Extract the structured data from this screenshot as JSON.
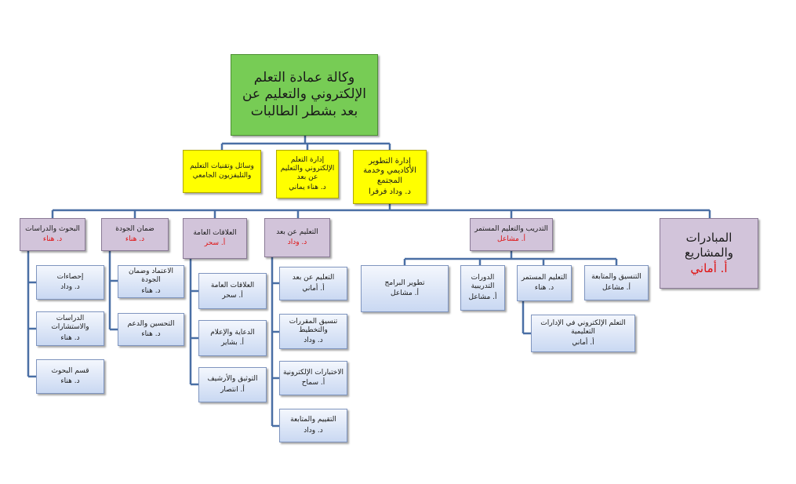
{
  "root": {
    "title": "وكالة عمادة التعلم الإلكتروني والتعليم عن بعد بشطر الطالبات"
  },
  "departments": [
    {
      "title": "إدارة التطوير الأكاديمي وخدمة المجتمع",
      "person": "د. وداد فرفرا"
    },
    {
      "title": "إدارة التعلم الإلكتروني والتعليم عن بعد",
      "person": "د. هناء يماني"
    },
    {
      "title": "وسائل وتقنيات التعليم والتليفزيون الجامعي",
      "person": ""
    }
  ],
  "units": [
    {
      "title": "البحوث والدراسات",
      "person": "د. هناء"
    },
    {
      "title": "ضمان الجودة",
      "person": "د. هناء"
    },
    {
      "title": "العلاقات العامة",
      "person": "أ. سحر"
    },
    {
      "title": "التعليم عن بعد",
      "person": "د. وداد"
    },
    {
      "title": "التدريب والتعليم المستمر",
      "person": "أ. مشاعل"
    },
    {
      "title": "المبادرات والمشاريع",
      "person": "أ. أماني"
    }
  ],
  "research_children": [
    {
      "title": "إحصاءات",
      "person": "د. وداد"
    },
    {
      "title": "الدراسات والاستشارات",
      "person": "د. هناء"
    },
    {
      "title": "قسم البحوث",
      "person": "د. هناء"
    }
  ],
  "quality_children": [
    {
      "title": "الاعتماد وضمان الجودة",
      "person": "د. هناء"
    },
    {
      "title": "التحسين والدعم",
      "person": "د. هناء"
    }
  ],
  "pr_children": [
    {
      "title": "العلاقات العامة",
      "person": "أ. سحر"
    },
    {
      "title": "الدعاية والإعلام",
      "person": "أ. بشاير"
    },
    {
      "title": "التوثيق والأرشيف",
      "person": "أ. انتصار"
    }
  ],
  "distance_children": [
    {
      "title": "التعليم عن بعد",
      "person": "أ. أماني"
    },
    {
      "title": "تنسيق المقررات والتخطيط",
      "person": "د. وداد"
    },
    {
      "title": "الاختبارات الإلكترونية",
      "person": "أ. سماح"
    },
    {
      "title": "التقييم والمتابعة",
      "person": "د. وداد"
    }
  ],
  "training_children": [
    {
      "title": "التنسيق والمتابعة",
      "person": "أ. مشاعل"
    },
    {
      "title": "التعليم المستمر",
      "person": "د. هناء"
    },
    {
      "title": "الدورات التدريبية",
      "person": "أ. مشاعل"
    },
    {
      "title": "تطوير البرامج",
      "person": "أ. مشاعل"
    }
  ],
  "continuing_child": {
    "title": "التعلم الإلكتروني في الإدارات التعليمية",
    "person": "أ. أماني"
  }
}
